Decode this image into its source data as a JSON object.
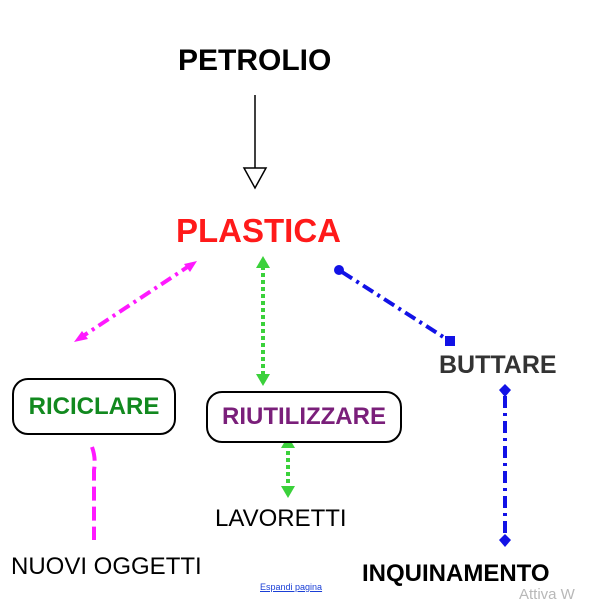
{
  "nodes": {
    "petrolio": {
      "text": "PETROLIO",
      "color": "#000000"
    },
    "plastica": {
      "text": "PLASTICA",
      "color": "#ff1a1a"
    },
    "riciclare": {
      "text": "RICICLARE",
      "color": "#12891f"
    },
    "riutilizzare": {
      "text": "RIUTILIZZARE",
      "color": "#7a1f7a"
    },
    "buttare": {
      "text": "BUTTARE",
      "color": "#333333"
    },
    "nuovi_oggetti": {
      "text": "NUOVI OGGETTI",
      "color": "#000000"
    },
    "lavoretti": {
      "text": "LAVORETTI",
      "color": "#000000"
    },
    "inquinamento": {
      "text": "INQUINAMENTO",
      "color": "#000000"
    }
  },
  "colors": {
    "magenta": "#ff19ff",
    "green": "#3bd13b",
    "blue": "#1212e6",
    "black": "#000000"
  },
  "footer": {
    "expand_link": "Espandi pagina",
    "watermark": "Attiva W"
  }
}
